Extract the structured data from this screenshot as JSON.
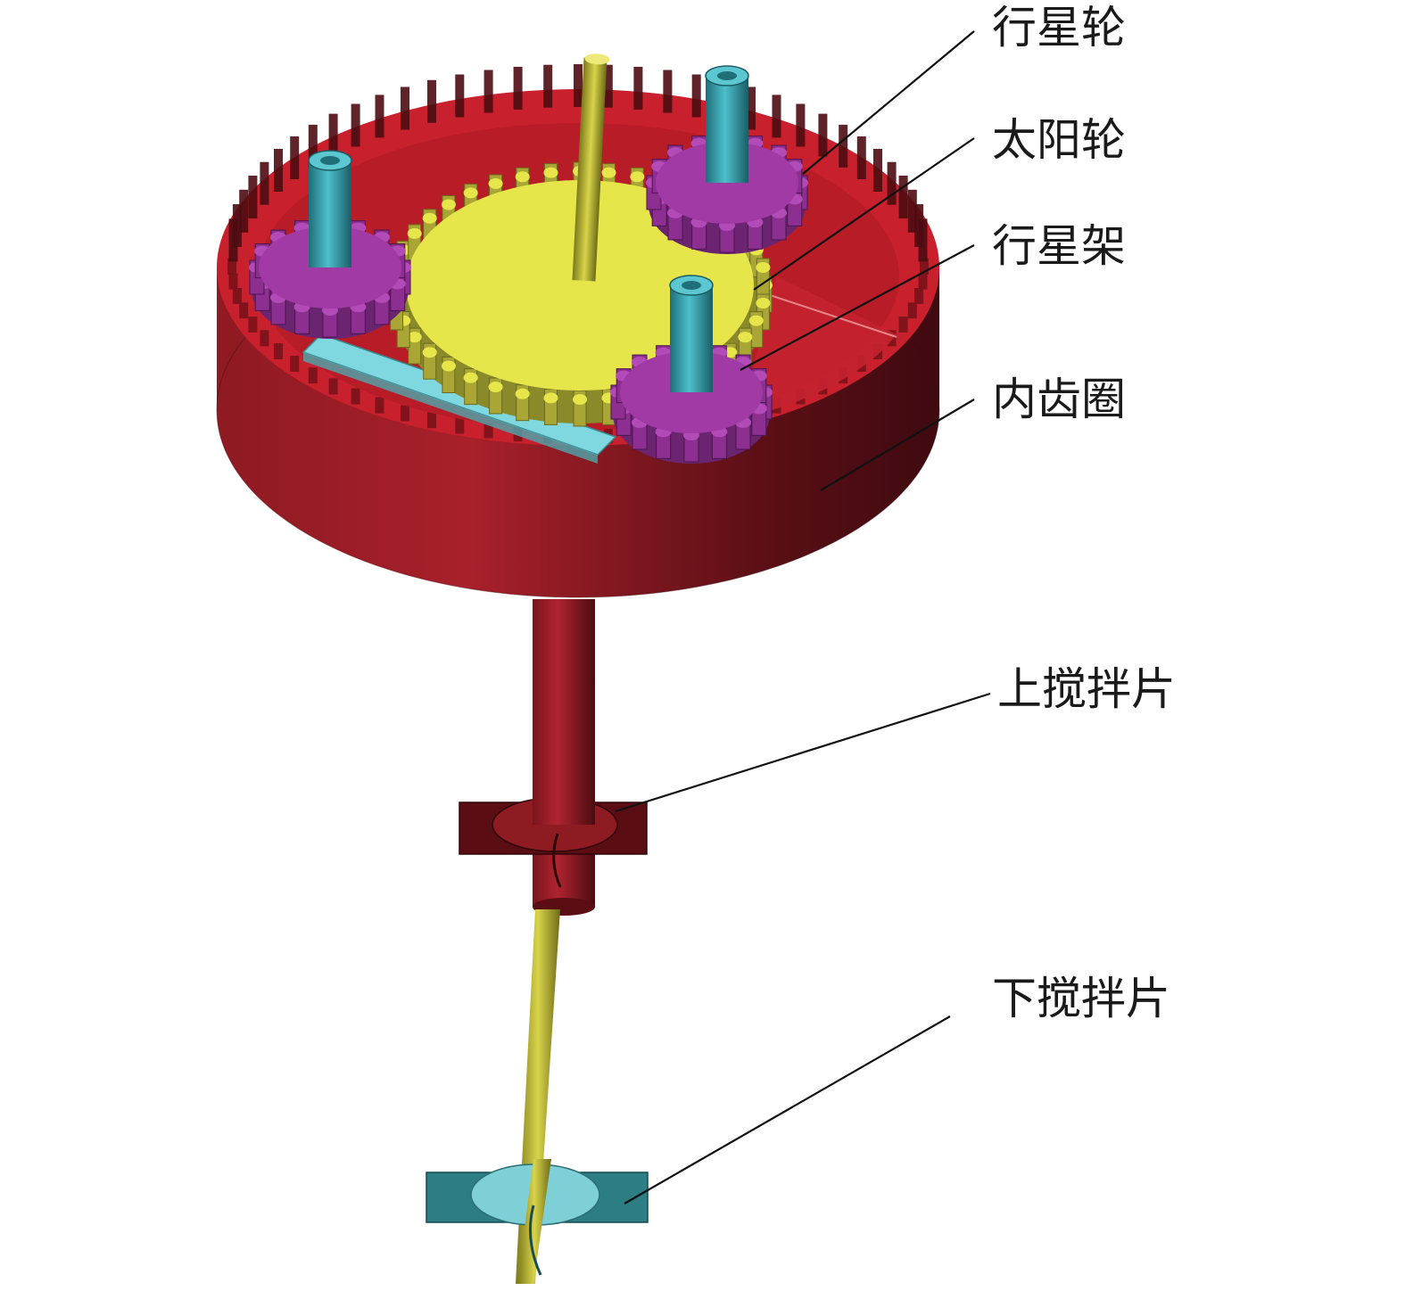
{
  "labels": {
    "planet_gear": "行星轮",
    "sun_gear": "太阳轮",
    "planet_carrier": "行星架",
    "ring_gear": "内齿圈",
    "upper_blade": "上搅拌片",
    "lower_blade": "下搅拌片"
  },
  "colors": {
    "ring": "#c8202c",
    "ring_dark": "#6e121a",
    "sun": "#e6e64a",
    "sun_dark": "#8a8a2a",
    "planet": "#a23aa6",
    "pin": "#2f9ca8",
    "carrier": "#78d4dc",
    "shaft_outer": "#8e1a22",
    "shaft_inner": "#b6b12e",
    "blade": "#2d7d84"
  }
}
